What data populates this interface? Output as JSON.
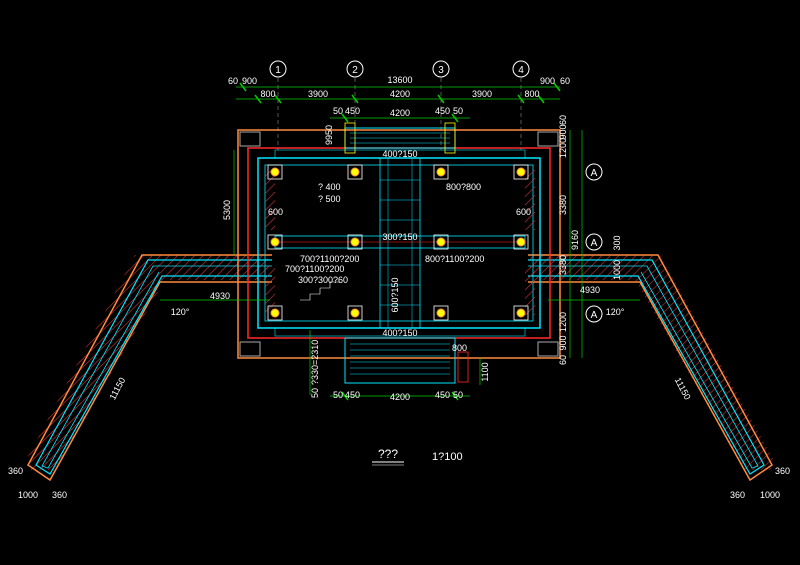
{
  "drawing": {
    "title": "???",
    "scale": "1?100",
    "colors": {
      "background": "#000000",
      "dimension": "#00cc00",
      "axis": "#ffffff",
      "wall_cyan": "#00e5ff",
      "wall_orange": "#ff8a3d",
      "wall_red": "#ff2a2a",
      "hatch": "#cc3333",
      "column": "#ffff00",
      "grid_line": "#aaaaaa"
    }
  },
  "axes": {
    "top": [
      "1",
      "2",
      "3",
      "4"
    ],
    "right": [
      "A",
      "A",
      "A"
    ]
  },
  "dims": {
    "top_outer_left": "60",
    "top_outer_left2": "900",
    "top_total": "13600",
    "top_outer_right": "900",
    "top_outer_right2": "60",
    "top_chain": [
      "800",
      "3900",
      "4200",
      "3900",
      "800"
    ],
    "stair_top": [
      "50",
      "450",
      "4200",
      "450",
      "50"
    ],
    "stair_bottom": [
      "50",
      "450",
      "4200",
      "450",
      "50"
    ],
    "left_height": "5300",
    "right_chain": [
      "1200",
      "900",
      "60",
      "3380",
      "9160",
      "3380",
      "1200",
      "900",
      "60"
    ],
    "right_300": "300",
    "right_1000": "1000",
    "wing_4930_left": "4930",
    "wing_4930_right": "4930",
    "wing_120_left": "120°",
    "wing_120_right": "120°",
    "wing_11150_left": "11150",
    "wing_11150_right": "11150",
    "wing_end_left": [
      "360",
      "1000",
      "360"
    ],
    "wing_end_right": [
      "360",
      "1000",
      "360"
    ],
    "top_9950": "9950",
    "bottom_800": "800",
    "bottom_1100": "1100",
    "bottom_50": "50",
    "bottom_330_2310": "?330=2310"
  },
  "labels": {
    "beam_top": "400?150",
    "beam_bottom": "400?150",
    "col_400": "? 400",
    "col_500": "? 500",
    "col_800": "800?800",
    "wall_600_left": "600",
    "wall_600_right": "600",
    "center_300_150": "300?150",
    "left_700_1100": "700?1100?200",
    "right_800_1100": "800?1100?200",
    "left_700_1100b": "700?1100?200",
    "step_300_300": "300?300?60",
    "center_600_150": "600?150"
  }
}
